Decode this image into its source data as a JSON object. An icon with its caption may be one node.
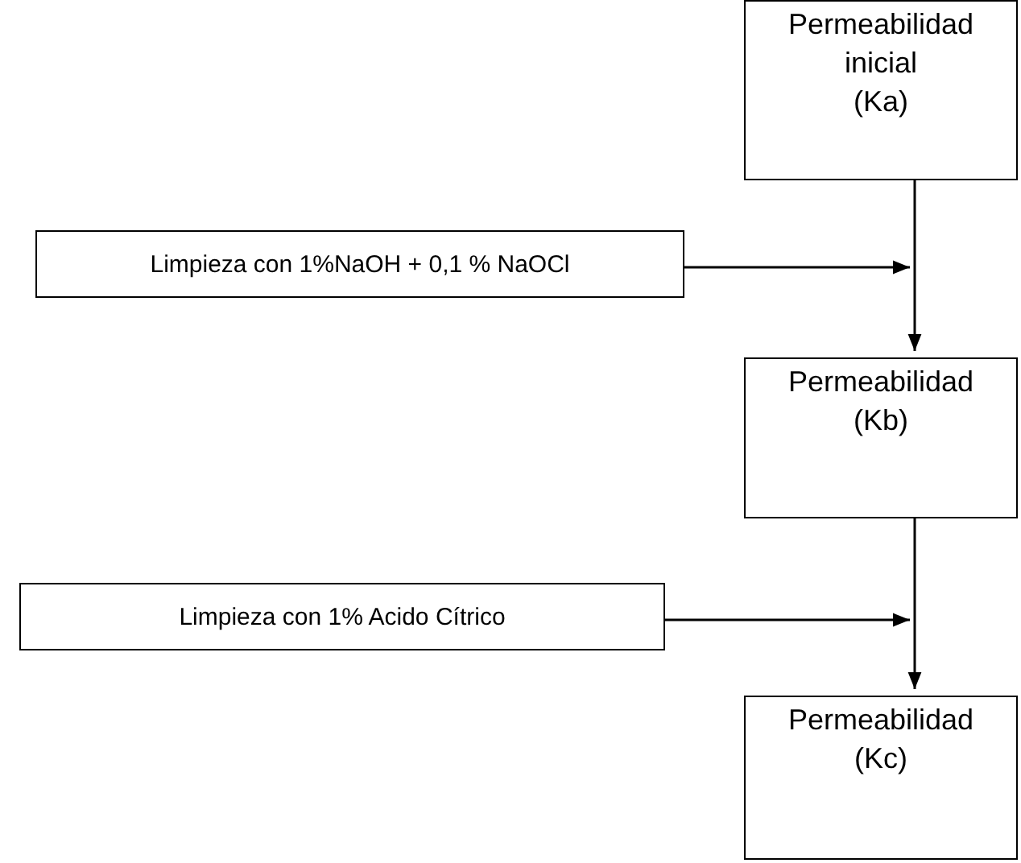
{
  "diagram": {
    "nodes": [
      {
        "text": [
          "Permeabilidad inicial",
          "(Ka)"
        ]
      },
      {
        "text": [
          "Limpieza con 1%NaOH + 0,1 % NaOCl"
        ]
      },
      {
        "text": [
          "Permeabilidad",
          "(Kb)"
        ]
      },
      {
        "text": [
          "Limpieza con 1% Acido Cítrico"
        ]
      },
      {
        "text": [
          "Permeabilidad",
          "(Kc)"
        ]
      }
    ],
    "edges": [
      {
        "from": 0,
        "to": 2,
        "arrow": "to"
      },
      {
        "from": 1,
        "to": null,
        "arrow": "to"
      },
      {
        "from": 2,
        "to": 4,
        "arrow": "to"
      },
      {
        "from": 3,
        "to": null,
        "arrow": "to"
      }
    ]
  }
}
